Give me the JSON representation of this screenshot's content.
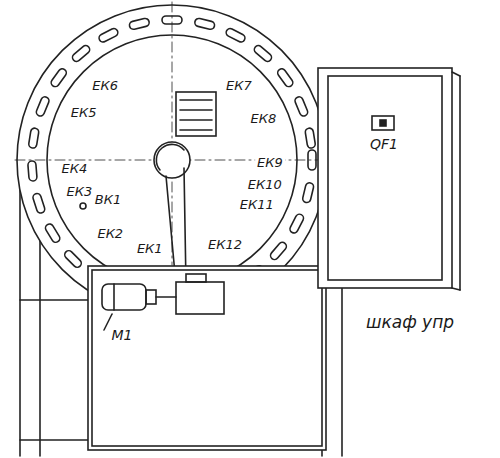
{
  "diagram": {
    "labels": [
      "ЕК6",
      "ЕК7",
      "ЕК8",
      "ЕК5",
      "ЕК9",
      "ЕК4",
      "ЕК10",
      "ЕК3",
      "ВК1",
      "ЕК11",
      "ЕК2",
      "ЕК1",
      "ЕК12",
      "QF1",
      "М1",
      "шкаф упр"
    ]
  }
}
